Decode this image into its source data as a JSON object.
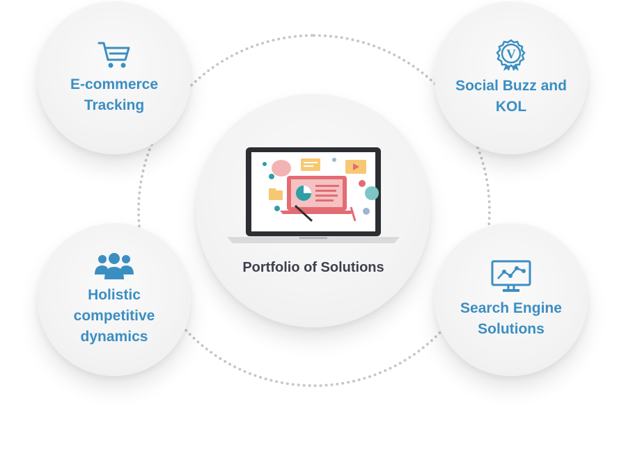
{
  "center": {
    "title": "Portfolio of Solutions",
    "illustration": "laptop-illustration"
  },
  "nodes": [
    {
      "label": "E-commerce Tracking",
      "icon": "shopping-cart-icon"
    },
    {
      "label": "Social Buzz and KOL",
      "icon": "v-badge-icon"
    },
    {
      "label": "Holistic competitive dynamics",
      "icon": "people-group-icon"
    },
    {
      "label": "Search Engine Solutions",
      "icon": "analytics-monitor-icon"
    }
  ],
  "colors": {
    "accent": "#3b8ec2",
    "center_text": "#3d3f4e",
    "ring": "#c6c6c6",
    "node_bg": "#f3f3f3"
  }
}
